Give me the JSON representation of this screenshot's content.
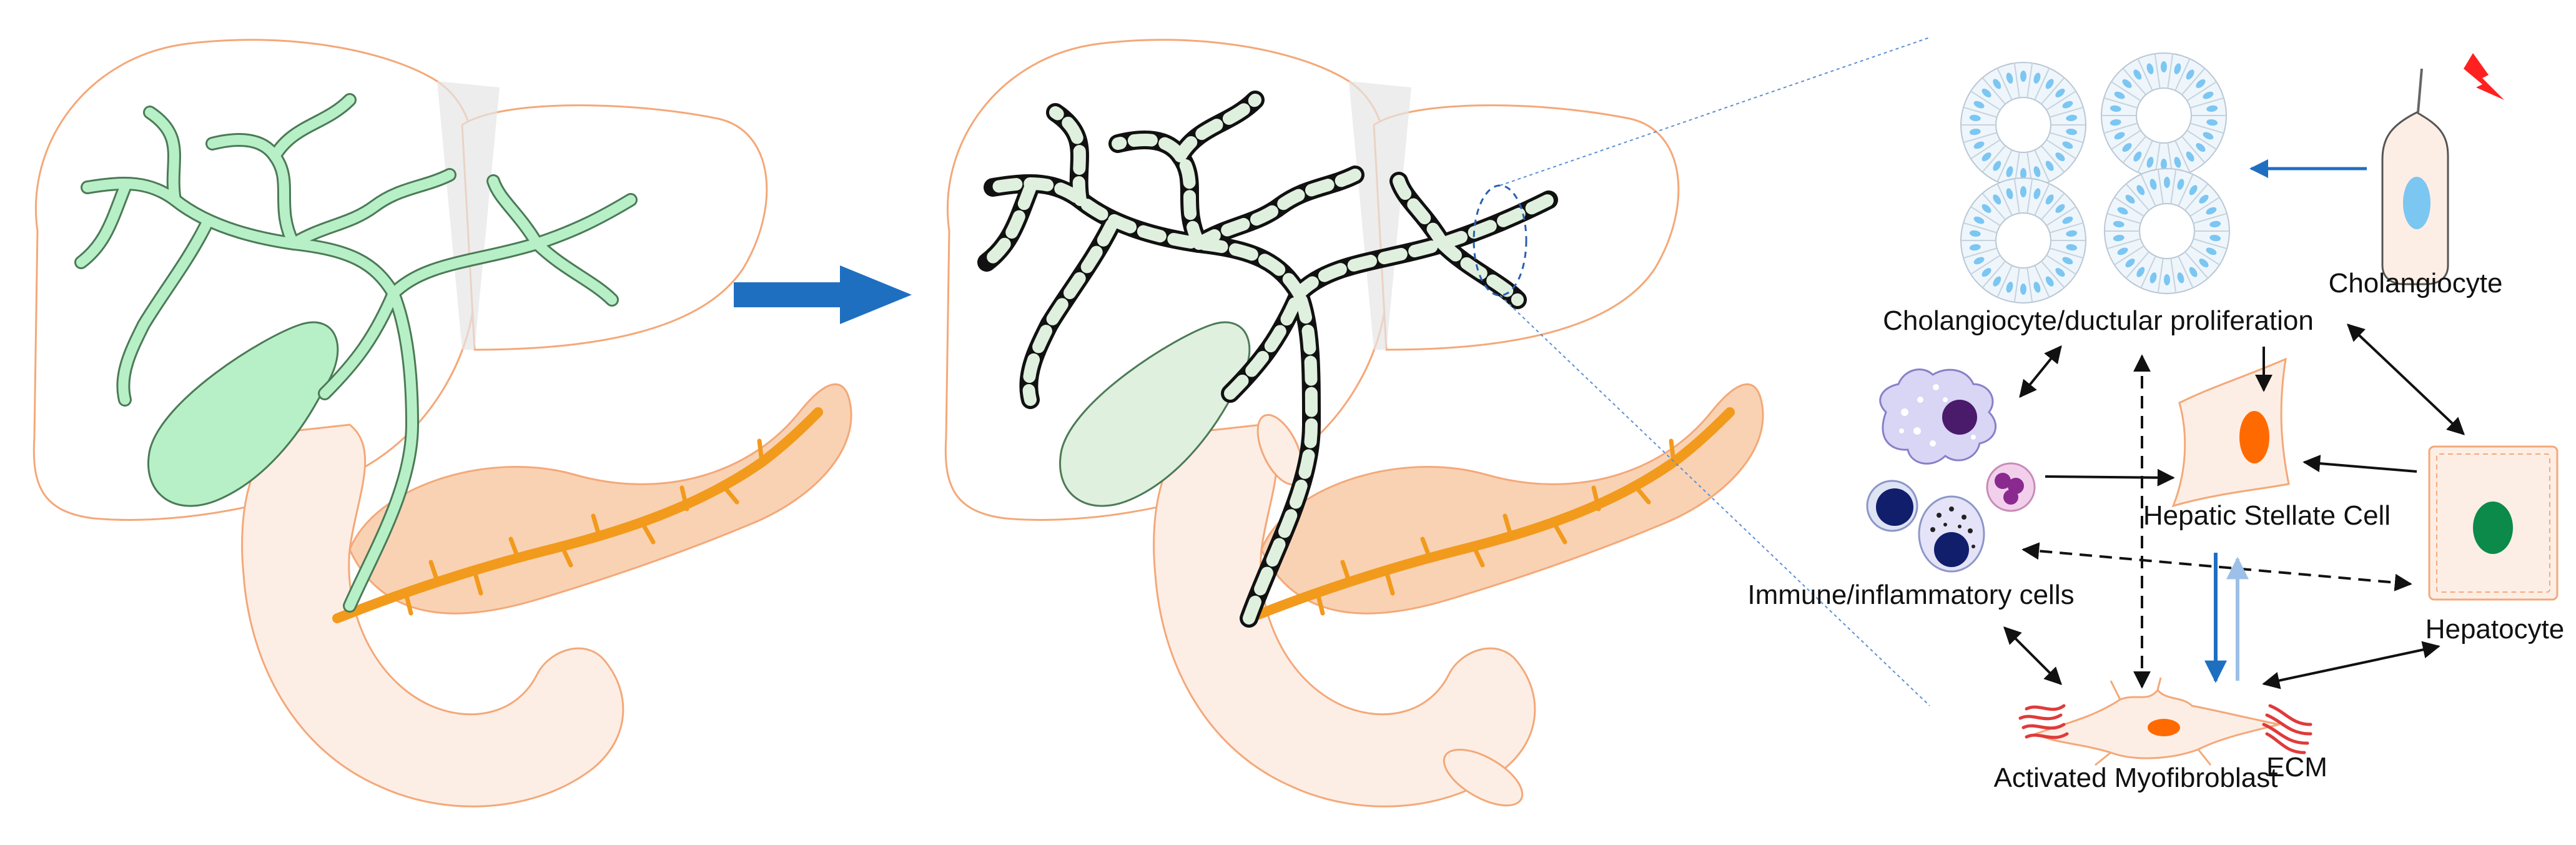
{
  "labels": {
    "proliferation": "Cholangiocyte/ductular proliferation",
    "cholangiocyte": "Cholangiocyte",
    "immune": "Immune/inflammatory cells",
    "stellate": "Hepatic Stellate Cell",
    "hepatocyte": "Hepatocyte",
    "myofibroblast": "Activated Myofibroblast",
    "ecm": "ECM"
  },
  "colors": {
    "liver_outline": "#f4a878",
    "pancreas_fill": "#f9d2b4",
    "duodenum_fill": "#fdeee5",
    "duct_normal": "#b7f0c6",
    "duct_diseased": "#dff0de",
    "pancreatic_duct": "#f29a1c",
    "transition_arrow": "#1f6fc1",
    "cell_nucleus_stellate": "#ff6a00",
    "cell_nucleus_hepatocyte": "#0b8a4a",
    "cell_nucleus_cholangiocyte": "#7cc6f2",
    "ecm_fiber": "#e03a3a",
    "injury_bolt": "#ff2020"
  }
}
